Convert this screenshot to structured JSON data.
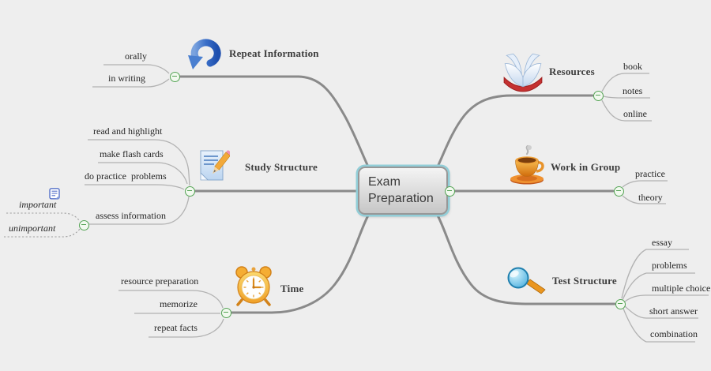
{
  "canvas": {
    "background": "#eeeeee"
  },
  "colors": {
    "branch_line": "#8a8a8a",
    "sub_line": "#b2b2b2",
    "dotted_line": "#9e9e9e",
    "collapse_green": "#55a455",
    "node_border_outer": "#92ced8",
    "node_border_inner": "#979797",
    "topic_text": "#3d3d3d"
  },
  "central_topic": {
    "line1": "Exam",
    "line2": "Preparation"
  },
  "branches": [
    {
      "label": "Repeat Information",
      "icon": "refresh-arrow-icon",
      "children": [
        "orally",
        "in writing"
      ]
    },
    {
      "label": "Study Structure",
      "icon": "note-pencil-icon",
      "children": [
        "read and highlight",
        "make flash cards",
        "do practice  problems",
        "assess information"
      ],
      "assess_children": [
        "important",
        "unimportant"
      ],
      "assess_marker_icon": "memo-icon"
    },
    {
      "label": "Time",
      "icon": "alarm-clock-icon",
      "children": [
        "resource preparation",
        "memorize",
        "repeat facts"
      ]
    },
    {
      "label": "Resources",
      "icon": "open-book-icon",
      "children": [
        "book",
        "notes",
        "online"
      ]
    },
    {
      "label": "Work in Group",
      "icon": "coffee-cup-icon",
      "children": [
        "practice",
        "theory"
      ]
    },
    {
      "label": "Test Structure",
      "icon": "magnifier-icon",
      "children": [
        "essay",
        "problems",
        "multiple choice",
        "short answer",
        "combination"
      ]
    }
  ]
}
